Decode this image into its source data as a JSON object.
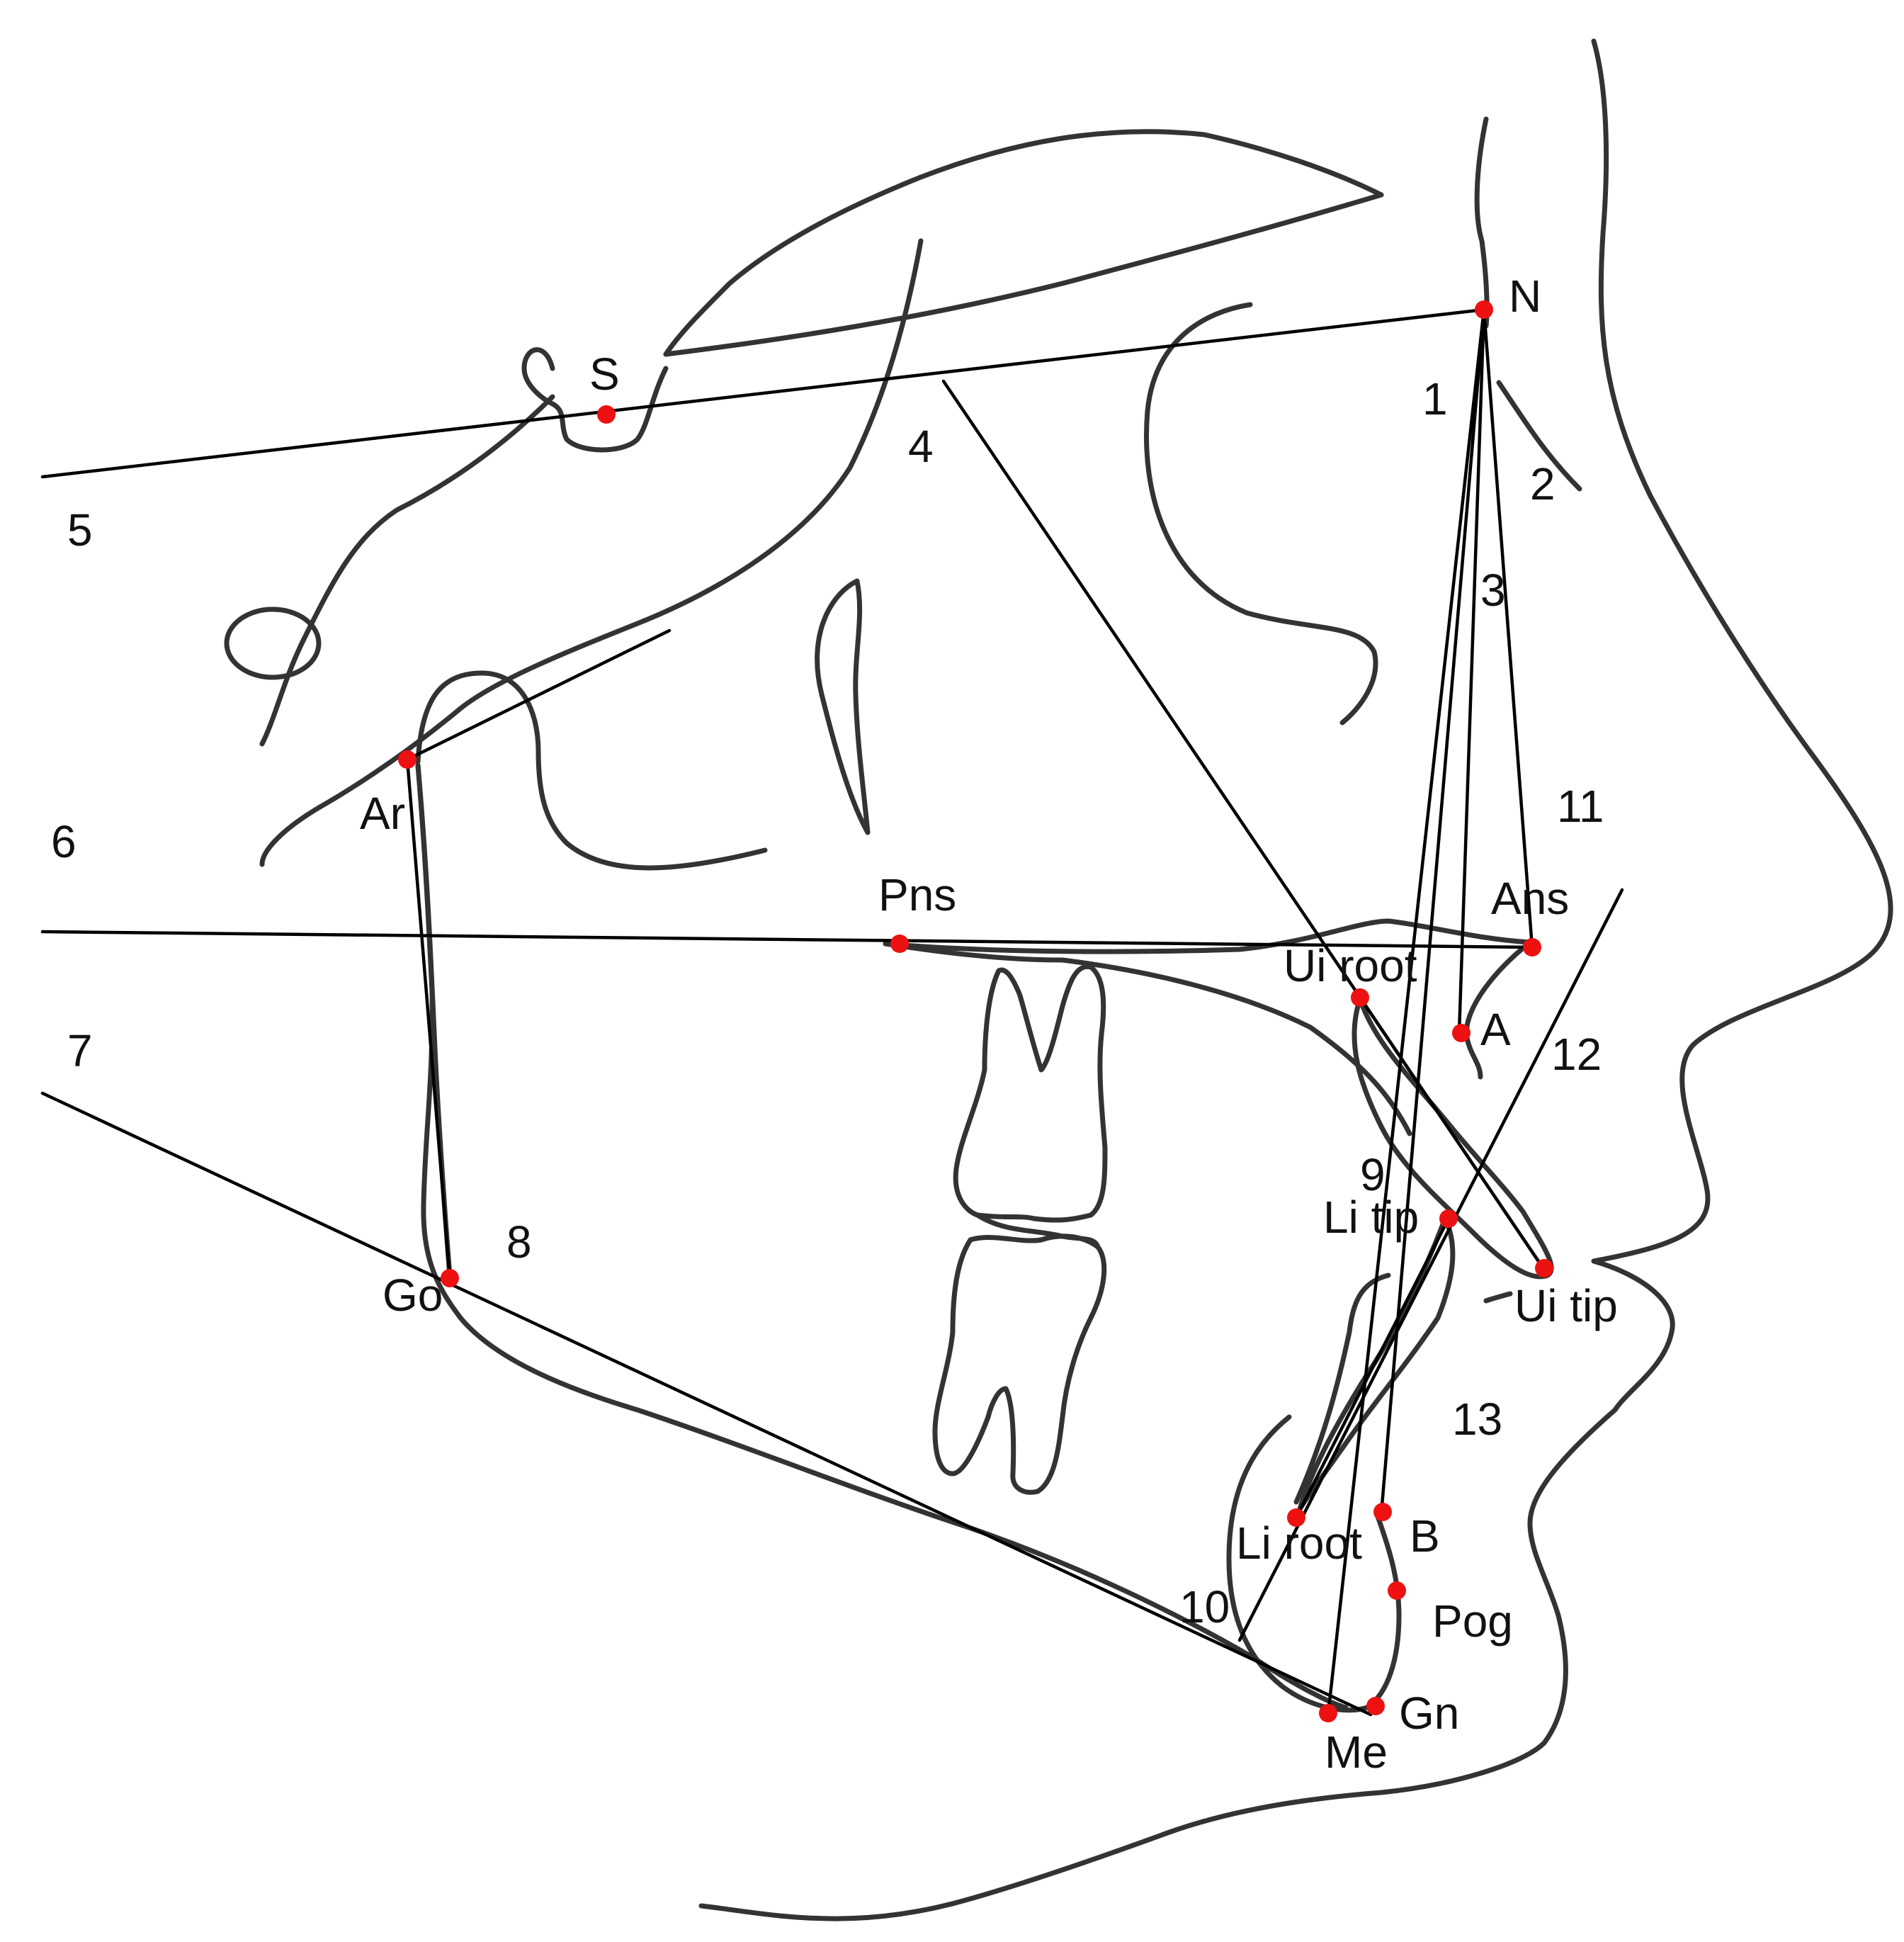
{
  "landmarks": [
    {
      "key": "N",
      "label": "N"
    },
    {
      "key": "S",
      "label": "S"
    },
    {
      "key": "Ar",
      "label": "Ar"
    },
    {
      "key": "Pns",
      "label": "Pns"
    },
    {
      "key": "Ans",
      "label": "Ans"
    },
    {
      "key": "Ui_root",
      "label": "Ui root"
    },
    {
      "key": "A",
      "label": "A"
    },
    {
      "key": "Li_tip",
      "label": "Li tip"
    },
    {
      "key": "Ui_tip",
      "label": "Ui tip"
    },
    {
      "key": "Go",
      "label": "Go"
    },
    {
      "key": "Li_root",
      "label": "Li root"
    },
    {
      "key": "B",
      "label": "B"
    },
    {
      "key": "Pog",
      "label": "Pog"
    },
    {
      "key": "Gn",
      "label": "Gn"
    },
    {
      "key": "Me",
      "label": "Me"
    }
  ],
  "line_numbers": [
    "1",
    "2",
    "3",
    "4",
    "5",
    "6",
    "7",
    "8",
    "9",
    "10",
    "11",
    "12",
    "13"
  ],
  "colors": {
    "landmark": "#ee1111",
    "reference_line": "#000000",
    "anatomy": "#333333",
    "background": "#ffffff"
  }
}
